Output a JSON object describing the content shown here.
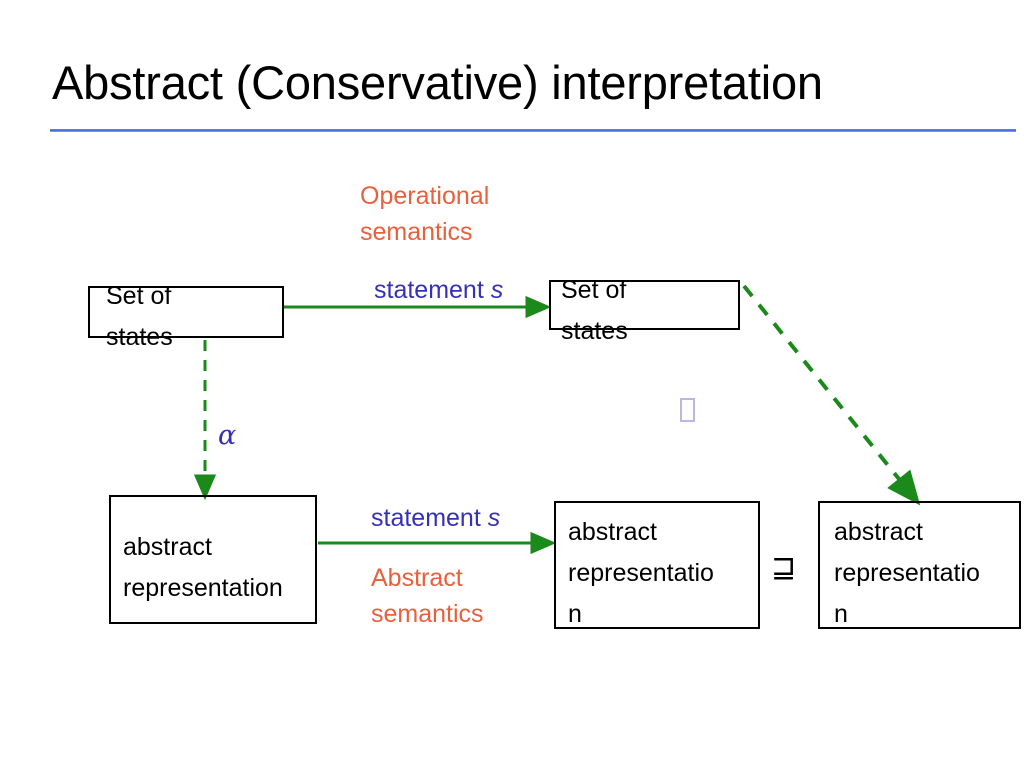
{
  "slide": {
    "title": "Abstract (Conservative) interpretation",
    "rule_color": "#3b63d6",
    "background": "#ffffff"
  },
  "palette": {
    "text_black": "#000000",
    "label_orange": "#e8603c",
    "label_blue": "#3531b4",
    "arrow_green": "#1b8a1b",
    "box_border": "#000000"
  },
  "boxes": {
    "states_pre": {
      "label": "Set of\nstates"
    },
    "states_post": {
      "label": "Set of\nstates"
    },
    "abstract_pre": {
      "label": "abstract\nrepresentation"
    },
    "abstract_post": {
      "label": "abstract\nrepresentatio\nn"
    },
    "abstract_conc": {
      "label": "abstract\nrepresentatio\nn"
    }
  },
  "labels": {
    "operational_semantics": "Operational\nsemantics",
    "abstract_semantics": "Abstract\nsemantics",
    "statement_top_word": "statement",
    "statement_top_var": "s",
    "statement_bottom_word": "statement",
    "statement_bottom_var": "s",
    "alpha": "α",
    "relation": "⊒",
    "missing_glyph": ""
  },
  "arrows": {
    "top_transition": {
      "style": "solid",
      "color": "#1b8a1b",
      "from": "states_pre",
      "to": "states_post"
    },
    "abstraction": {
      "style": "dashed",
      "color": "#1b8a1b",
      "from": "states_pre",
      "to": "abstract_pre",
      "label": "α"
    },
    "bottom_transition": {
      "style": "solid",
      "color": "#1b8a1b",
      "from": "abstract_pre",
      "to": "abstract_post"
    },
    "concretization": {
      "style": "dashed",
      "color": "#1b8a1b",
      "from": "states_post",
      "to": "abstract_conc"
    }
  }
}
